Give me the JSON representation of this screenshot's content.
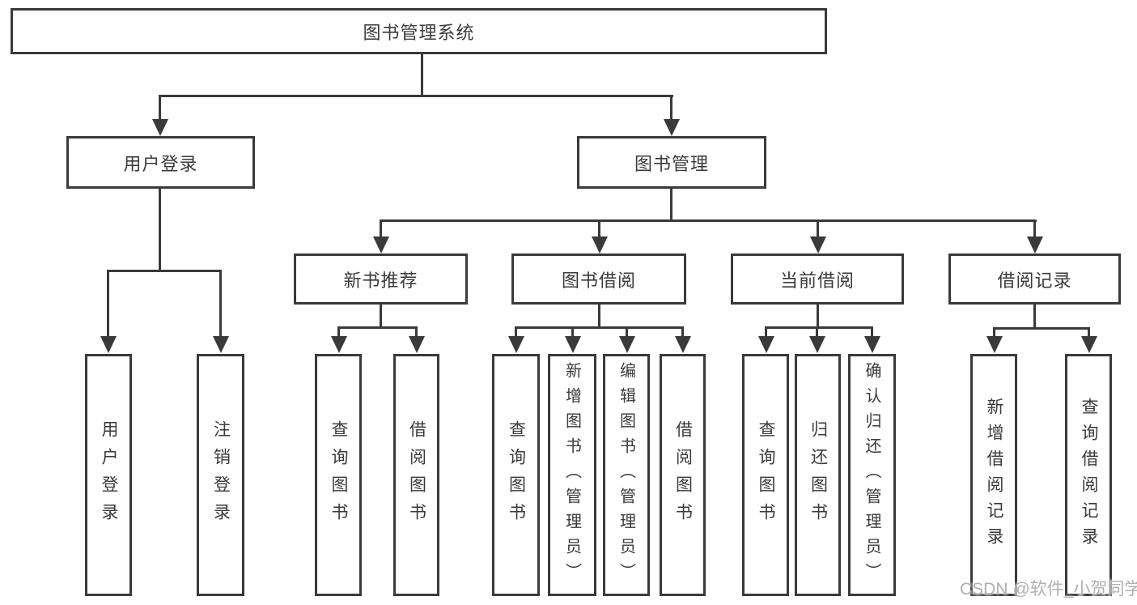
{
  "tree": {
    "root": "图书管理系统",
    "branches": [
      {
        "label": "用户登录",
        "children": [
          "用户登录",
          "注销登录"
        ]
      },
      {
        "label": "图书管理",
        "groups": [
          {
            "label": "新书推荐",
            "children": [
              "查询图书",
              "借阅图书"
            ]
          },
          {
            "label": "图书借阅",
            "children": [
              "查询图书",
              "新增图书（管理员）",
              "编辑图书（管理员）",
              "借阅图书"
            ]
          },
          {
            "label": "当前借阅",
            "children": [
              "查询图书",
              "归还图书",
              "确认归还（管理员）"
            ]
          },
          {
            "label": "借阅记录",
            "children": [
              "新增借阅记录",
              "查询借阅记录"
            ]
          }
        ]
      }
    ]
  },
  "watermark": "CSDN @软件_小贺同学",
  "colors": {
    "line": "#3a3a3a",
    "text": "#3a3a3a",
    "watermark": "#b0b0b0",
    "background": "#ffffff"
  }
}
